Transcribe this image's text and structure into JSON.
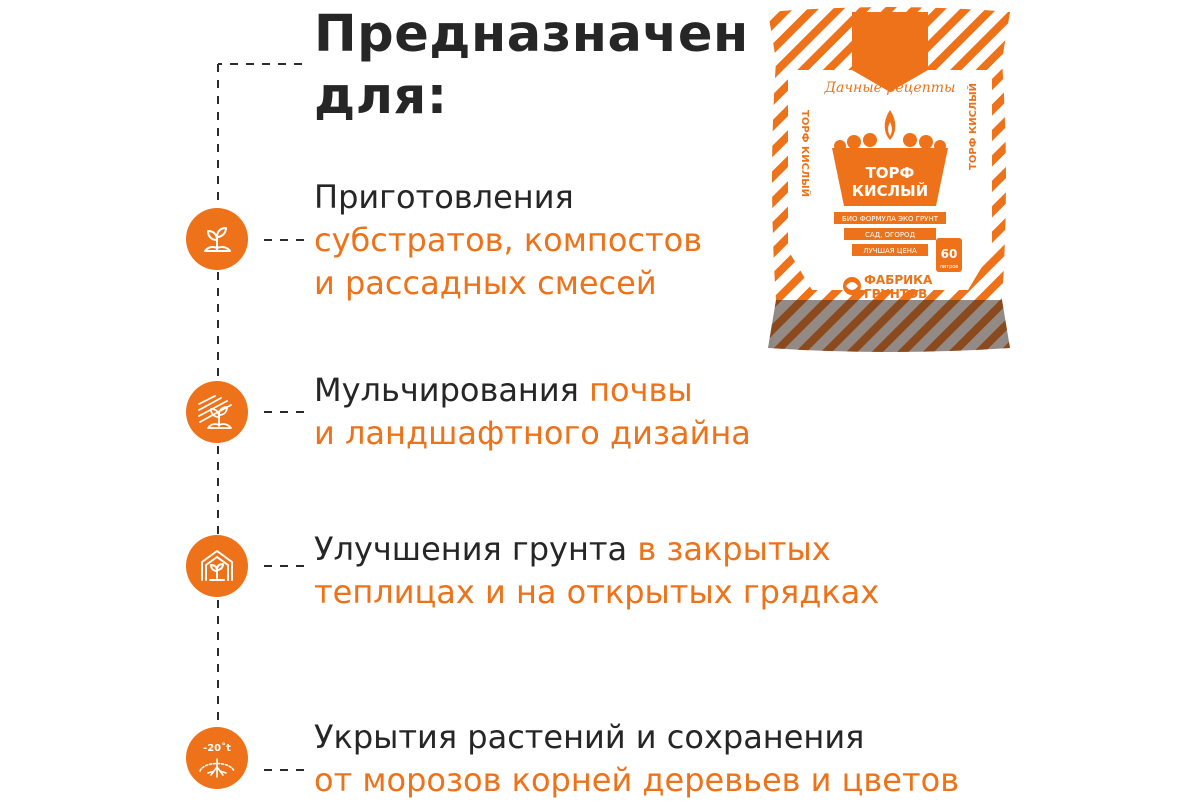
{
  "heading": {
    "line1": "Предназначен",
    "line2": "для:"
  },
  "items": [
    {
      "icon": "sprout-in-soil-icon",
      "parts": [
        [
          {
            "text": "Приготовления",
            "accent": false
          }
        ],
        [
          {
            "text": "субстратов, компостов",
            "accent": true
          }
        ],
        [
          {
            "text": "и рассадных смесей",
            "accent": true
          }
        ]
      ]
    },
    {
      "icon": "mulch-sprout-icon",
      "parts": [
        [
          {
            "text": "Мульчирования ",
            "accent": false
          },
          {
            "text": "почвы",
            "accent": true
          }
        ],
        [
          {
            "text": "и ландшафтного дизайна",
            "accent": true
          }
        ]
      ]
    },
    {
      "icon": "greenhouse-icon",
      "parts": [
        [
          {
            "text": "Улучшения грунта ",
            "accent": false
          },
          {
            "text": "в закрытых",
            "accent": true
          }
        ],
        [
          {
            "text": "теплицах и на открытых грядках",
            "accent": true
          }
        ]
      ]
    },
    {
      "icon": "frost-roots-icon",
      "icon_label": "-20˚t",
      "parts": [
        [
          {
            "text": "Укрытия растений и сохранения",
            "accent": false
          }
        ],
        [
          {
            "text": "от морозов корней деревьев и цветов",
            "accent": true
          }
        ]
      ]
    }
  ],
  "product": {
    "brand": "Дачные рецепты",
    "name_line1": "ТОРФ",
    "name_line2": "КИСЛЫЙ",
    "side_text": "ТОРФ КИСЛЫЙ",
    "tag1": "БИО ФОРМУЛА  ЭКО ГРУНТ",
    "tag2": "САД, ОГОРОД",
    "tag3": "ЛУЧШАЯ ЦЕНА",
    "volume": "60",
    "volume_unit": "литров",
    "maker_line1": "ФАБРИКА",
    "maker_line2": "ГРУНТОВ"
  },
  "colors": {
    "accent": "#ee7219",
    "text": "#262626",
    "dash": "#2b2b2b"
  }
}
